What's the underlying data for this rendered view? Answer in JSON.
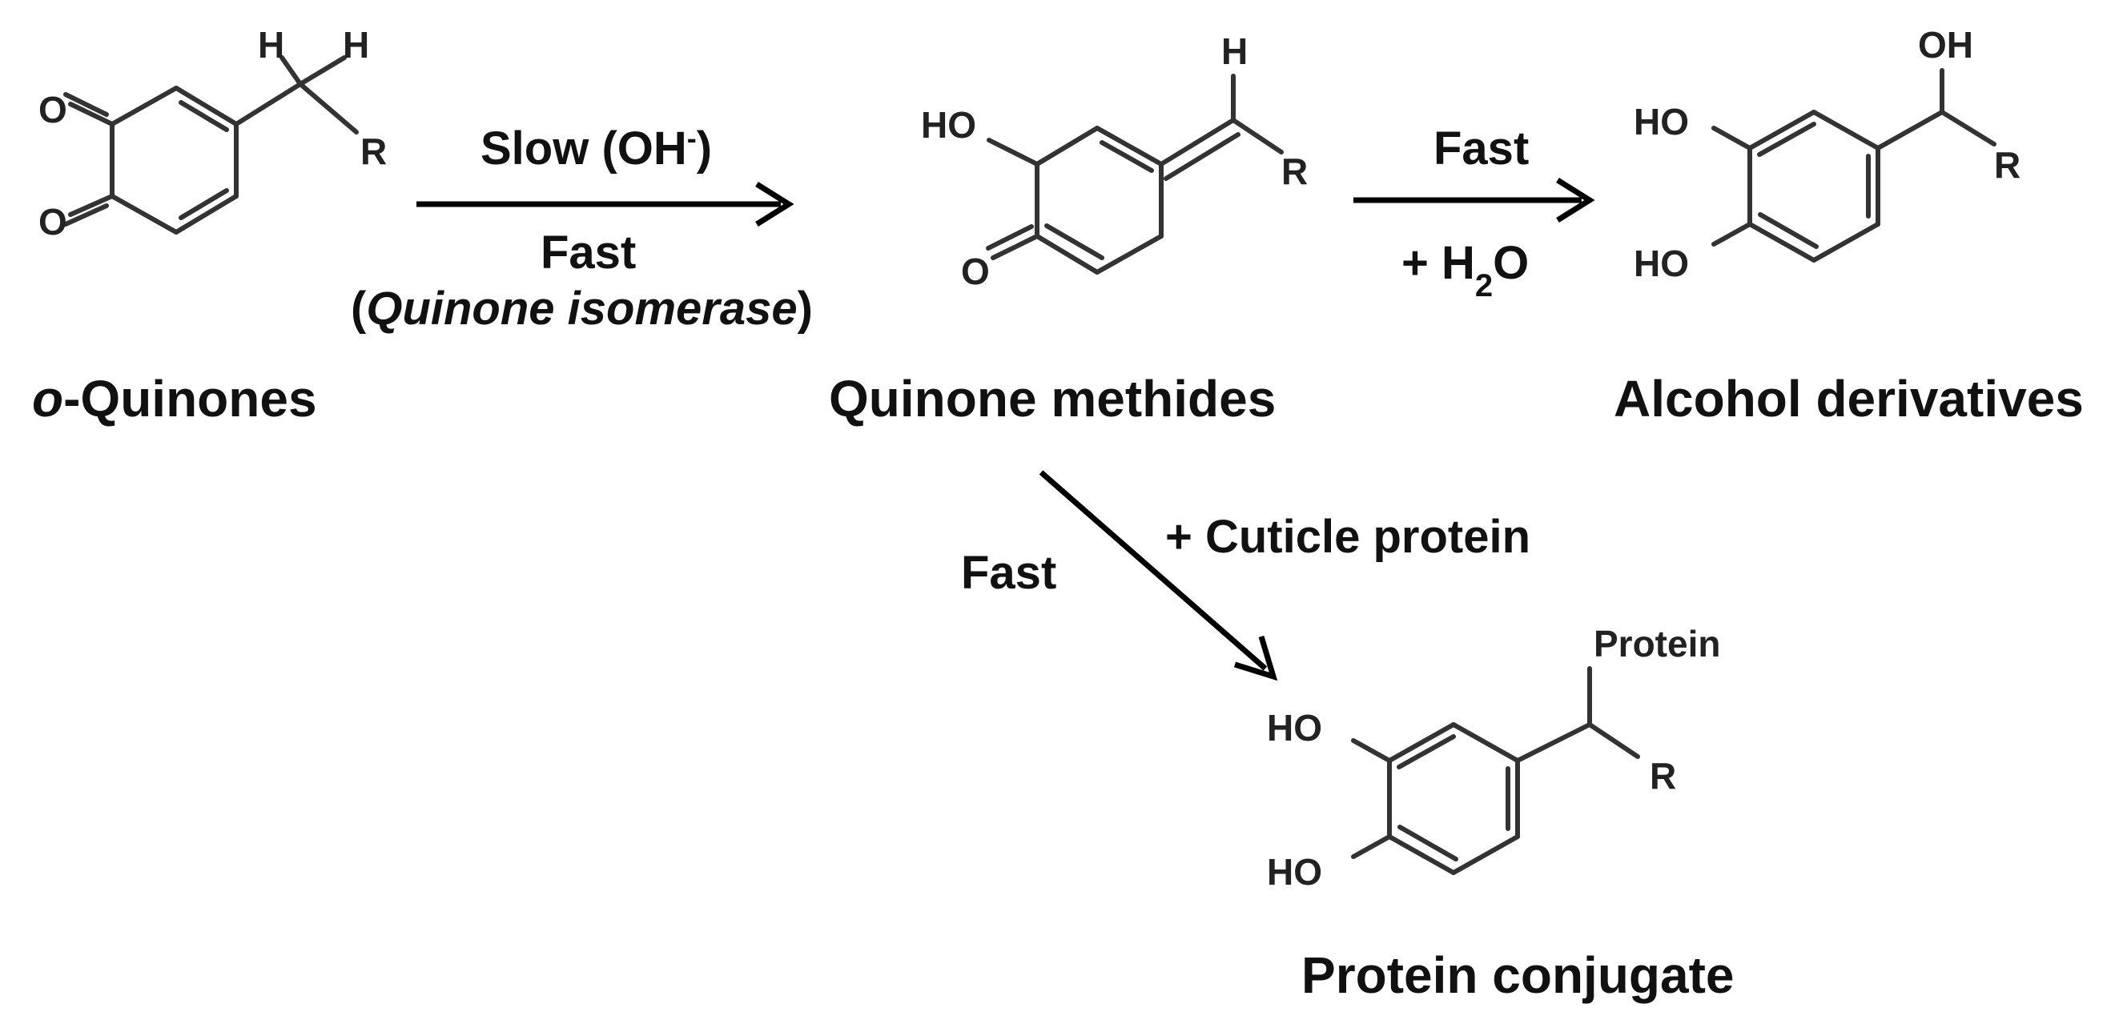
{
  "compounds": {
    "o_quinones": {
      "prefix": "o",
      "name": "-Quinones"
    },
    "quinone_methides": {
      "name": "Quinone methides"
    },
    "alcohol_derivatives": {
      "name": "Alcohol derivatives"
    },
    "protein_conjugate": {
      "name": "Protein conjugate"
    }
  },
  "atoms": {
    "oxygen": "O",
    "hydrogen": "H",
    "r_group": "R",
    "hydroxyl": "HO",
    "hydroxyl_right": "OH",
    "protein_substituent": "Protein"
  },
  "reactions": {
    "isomerization": {
      "above_prefix": "Slow (OH",
      "above_superscript": "-",
      "above_suffix": ")",
      "below_line1": "Fast",
      "below_open": "(",
      "below_enzyme": "Quinone isomerase",
      "below_close": ")"
    },
    "hydration": {
      "above": "Fast",
      "below_prefix": "+ H",
      "below_subscript": "2",
      "below_suffix": "O"
    },
    "conjugation": {
      "label_left": "Fast",
      "label_right": "+ Cuticle protein"
    }
  },
  "colors": {
    "ink": "#111111",
    "bond": "#333333",
    "background": "#ffffff"
  }
}
